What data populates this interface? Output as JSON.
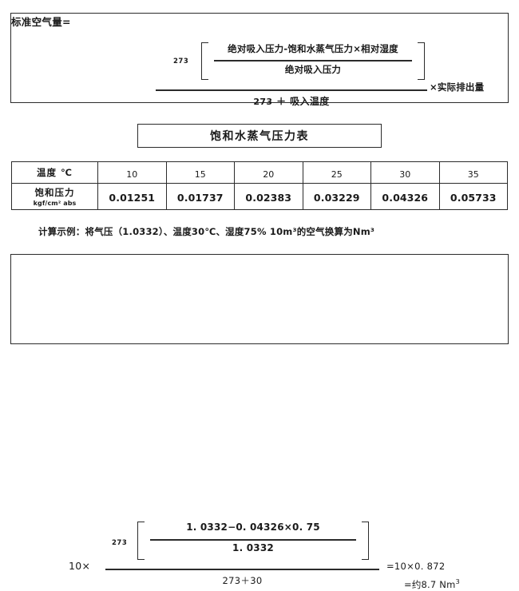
{
  "top_formula": {
    "label": "标准空气量=",
    "coefficient": "273",
    "numerator_inner": "绝对吸入压力-饱和水蒸气压力×相对湿度",
    "denominator_inner": "绝对吸入压力",
    "main_denominator_left": "273",
    "main_denominator_op": "＋",
    "main_denominator_right": "吸入温度",
    "right_multiplier": "×实际排出量"
  },
  "table_title": "饱和水蒸气压力表",
  "table": {
    "row_header_temp_main": "温度 ℃",
    "row_header_pressure_main": "饱和压力",
    "row_header_pressure_sub": "kgf/cm² abs",
    "temperatures": [
      "10",
      "15",
      "20",
      "25",
      "30",
      "35"
    ],
    "pressures": [
      "0.01251",
      "0.01737",
      "0.02383",
      "0.03229",
      "0.04326",
      "0.05733"
    ]
  },
  "example_note": "计算示例：将气压（1.0332）、温度30℃、湿度75% 10m³的空气换算为Nm³",
  "bottom_formula": {
    "left_multiplier": "10×",
    "coefficient": "273",
    "numerator_inner": "1. 0332−0. 04326×0. 75",
    "denominator_inner": "1. 0332",
    "main_denominator": "273＋30",
    "result_line1": "=10×0. 872",
    "result_line2_prefix": "=约8.7 Nm",
    "result_line2_sup": "3"
  },
  "chart_data": {
    "type": "table",
    "title": "饱和水蒸气压力表",
    "xlabel": "温度 ℃",
    "ylabel": "饱和压力 kgf/cm² abs",
    "categories": [
      "10",
      "15",
      "20",
      "25",
      "30",
      "35"
    ],
    "values": [
      0.01251,
      0.01737,
      0.02383,
      0.03229,
      0.04326,
      0.05733
    ]
  }
}
